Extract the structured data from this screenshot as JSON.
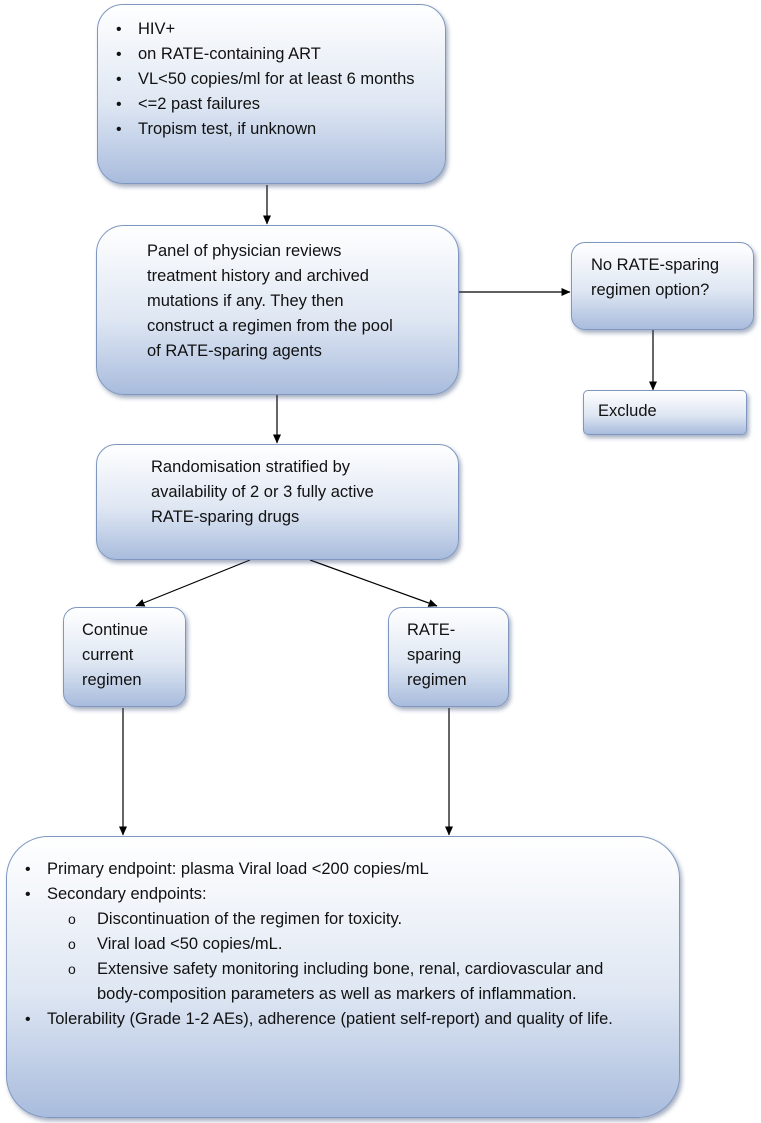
{
  "inclusion": {
    "items": [
      "HIV+",
      " on RATE-containing ART",
      " VL<50 copies/ml for at least 6 months",
      "<=2 past failures",
      "Tropism test, if unknown"
    ]
  },
  "panel": {
    "text": "Panel of physician reviews\ntreatment history and archived\nmutations if any. They then\nconstruct a regimen from the pool\nof RATE-sparing agents"
  },
  "no_option": {
    "text": "No RATE-sparing\nregimen option?"
  },
  "exclude": {
    "text": "Exclude"
  },
  "randomisation": {
    "text": "Randomisation stratified by\navailability of 2 or 3 fully active\nRATE-sparing drugs"
  },
  "continue_arm": {
    "text": "Continue\ncurrent\nregimen"
  },
  "sparing_arm": {
    "text": "RATE-\nsparing\nregimen"
  },
  "endpoints": {
    "primary": "Primary endpoint: plasma Viral load <200 copies/mL",
    "secondary_label": "Secondary endpoints:",
    "secondary": [
      "Discontinuation of the regimen for toxicity.",
      "Viral load <50 copies/mL.",
      "Extensive safety monitoring including bone, renal, cardiovascular and body-composition parameters as well as markers of inflammation."
    ],
    "tolerability": "Tolerability (Grade 1-2 AEs), adherence (patient self-report) and quality of life."
  }
}
